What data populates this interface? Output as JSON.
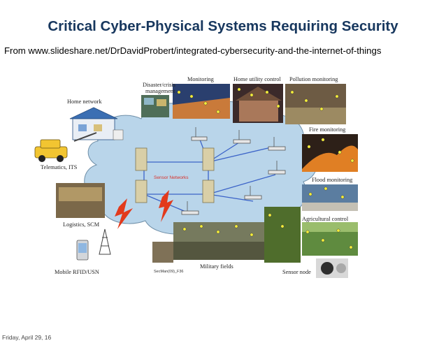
{
  "slide": {
    "title": "Critical Cyber-Physical Systems Requiring Security",
    "source": "From www.slideshare.net/DrDavidProbert/integrated-cybersecurity-and-the-internet-of-things",
    "footer_date": "Friday, April 29, 16"
  },
  "diagram": {
    "center_label": "Sensor Networks",
    "figure_id": "SecMan(09)_F36",
    "labels": {
      "disaster_line1": "Disaster/crisis",
      "disaster_line2": "management",
      "monitoring": "Monitoring",
      "home_utility": "Home utility control",
      "pollution": "Pollution monitoring",
      "home_network": "Home network",
      "fire": "Fire monitoring",
      "telematics": "Telematics, ITS",
      "flood": "Flood monitoring",
      "logistics": "Logistics, SCM",
      "agricultural": "Agricultural control",
      "mobile_rfid": "Mobile RFID/USN",
      "military": "Military fields",
      "sensor_node": "Sensor node"
    }
  },
  "colors": {
    "title": "#17375e",
    "cloud_fill": "#b9d5ea",
    "cloud_stroke": "#6f8fa8",
    "network_link": "#3b63c8",
    "center_label": "#d9322b",
    "lightning": "#e23a1c",
    "sensor_dot": "#f3ec3a"
  }
}
